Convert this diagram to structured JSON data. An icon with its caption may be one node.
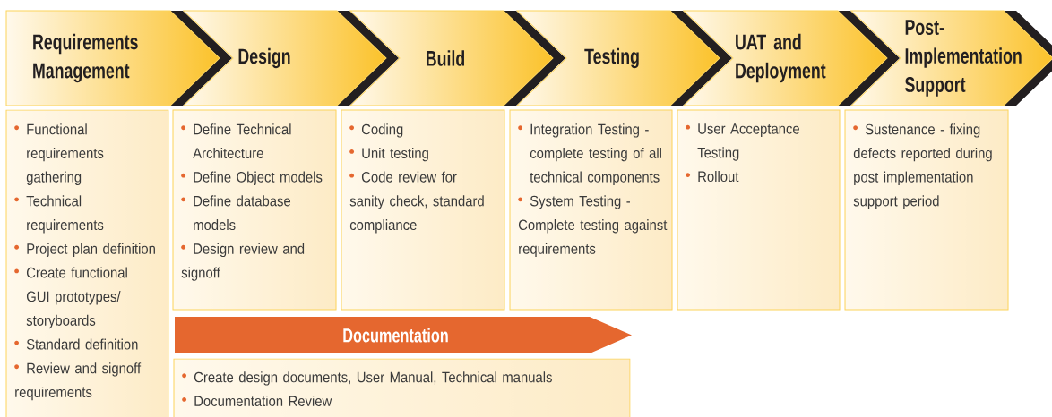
{
  "diagram": {
    "nodes": [
      {
        "text": [
          "Requirements Management"
        ]
      },
      {
        "text": [
          "Design"
        ]
      },
      {
        "text": [
          "Build"
        ]
      },
      {
        "text": [
          "Testing"
        ]
      },
      {
        "text": [
          "UAT and Deployment"
        ]
      },
      {
        "text": [
          "Post-Implementation Support"
        ]
      },
      {
        "text": [
          "Functional requirements gathering",
          "Technical requirements",
          "Project plan definition",
          "Create functional GUI prototypes/ storyboards",
          "Standard definition",
          "Review and signoff requirements"
        ]
      },
      {
        "text": [
          "Define Technical Architecture",
          "Define Object models",
          "Define database models",
          "Design review and signoff"
        ]
      },
      {
        "text": [
          "Coding",
          "Unit testing",
          "Code review for sanity check, standard compliance"
        ]
      },
      {
        "text": [
          "Integration Testing - complete testing of all technical components",
          "System Testing - Complete testing against requirements"
        ]
      },
      {
        "text": [
          "User Acceptance Testing",
          "Rollout"
        ]
      },
      {
        "text": [
          "Sustenance - fixing defects reported during post implementation support period"
        ]
      },
      {
        "text": [
          "Documentation"
        ]
      },
      {
        "text": [
          "Create design documents, User Manual, Technical manuals",
          "Documentation Review"
        ]
      }
    ]
  }
}
